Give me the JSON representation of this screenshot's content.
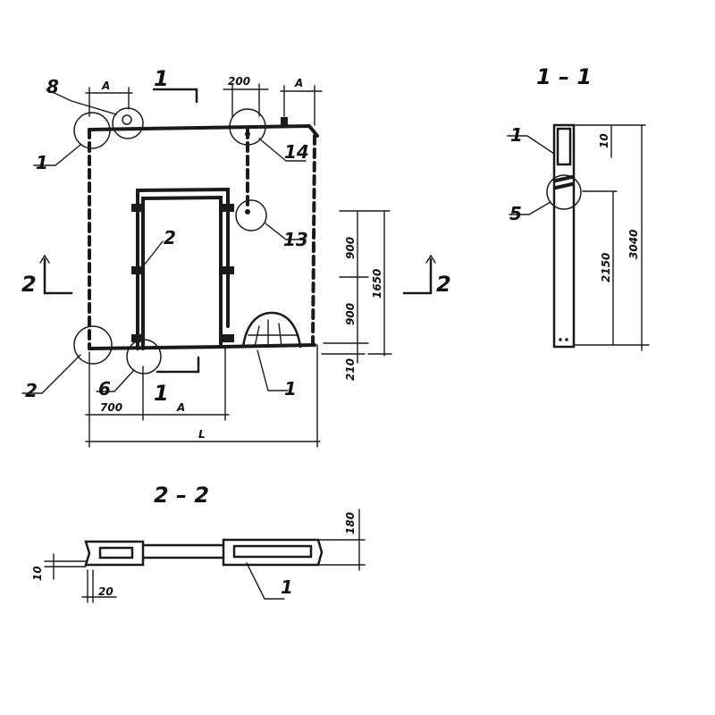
{
  "main_view": {
    "callouts": {
      "c8": "8",
      "c1_top": "1",
      "c14": "14",
      "c13": "13",
      "c2_mid": "2",
      "c2_corner": "2",
      "c6": "6",
      "c1_bottom": "1"
    },
    "section_marks": {
      "s1_top": "1",
      "s1_bottom": "1",
      "s2_left": "2",
      "s2_right": "2"
    },
    "dimensions": {
      "top_left_A": "A",
      "top_200": "200",
      "top_right_A": "A",
      "right_900_upper": "900",
      "right_900_lower": "900",
      "right_1650": "1650",
      "right_210": "210",
      "bottom_700": "700",
      "bottom_A": "A",
      "bottom_L": "L"
    }
  },
  "section_1_1": {
    "title": "1 – 1",
    "callouts": {
      "c1": "1",
      "c5": "5"
    },
    "dimensions": {
      "d10": "10",
      "d2150": "2150",
      "d3040": "3040"
    }
  },
  "section_2_2": {
    "title": "2 – 2",
    "callouts": {
      "c1": "1"
    },
    "dimensions": {
      "d180": "180",
      "d10": "10",
      "d20": "20"
    }
  }
}
